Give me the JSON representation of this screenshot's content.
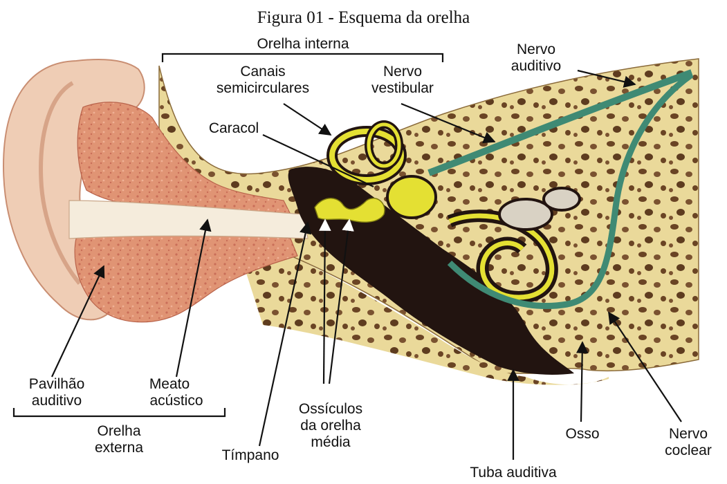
{
  "figure": {
    "caption": "Figura 01 - Esquema da orelha"
  },
  "labels": {
    "orelha_interna": "Orelha interna",
    "canais_1": "Canais",
    "canais_2": "semicirculares",
    "nervo_vest_1": "Nervo",
    "nervo_vest_2": "vestibular",
    "nervo_aud_1": "Nervo",
    "nervo_aud_2": "auditivo",
    "caracol": "Caracol",
    "pavilhao_1": "Pavilhão",
    "pavilhao_2": "auditivo",
    "meato_1": "Meato",
    "meato_2": "acústico",
    "orelha_externa_1": "Orelha",
    "orelha_externa_2": "externa",
    "ossiculos_1": "Ossículos",
    "ossiculos_2": "da orelha",
    "ossiculos_3": "média",
    "timpano": "Tímpano",
    "tuba": "Tuba auditiva",
    "osso": "Osso",
    "nervo_coclear_1": "Nervo",
    "nervo_coclear_2": "coclear"
  },
  "colors": {
    "bone": "#ead99a",
    "bone_spots": "#6a4424",
    "skin": "#e8b28e",
    "skin_inner": "#d9826a",
    "canal": "#f5ecdc",
    "dark": "#221410",
    "yellow": "#e4e033",
    "nerve": "#3f8a74"
  }
}
